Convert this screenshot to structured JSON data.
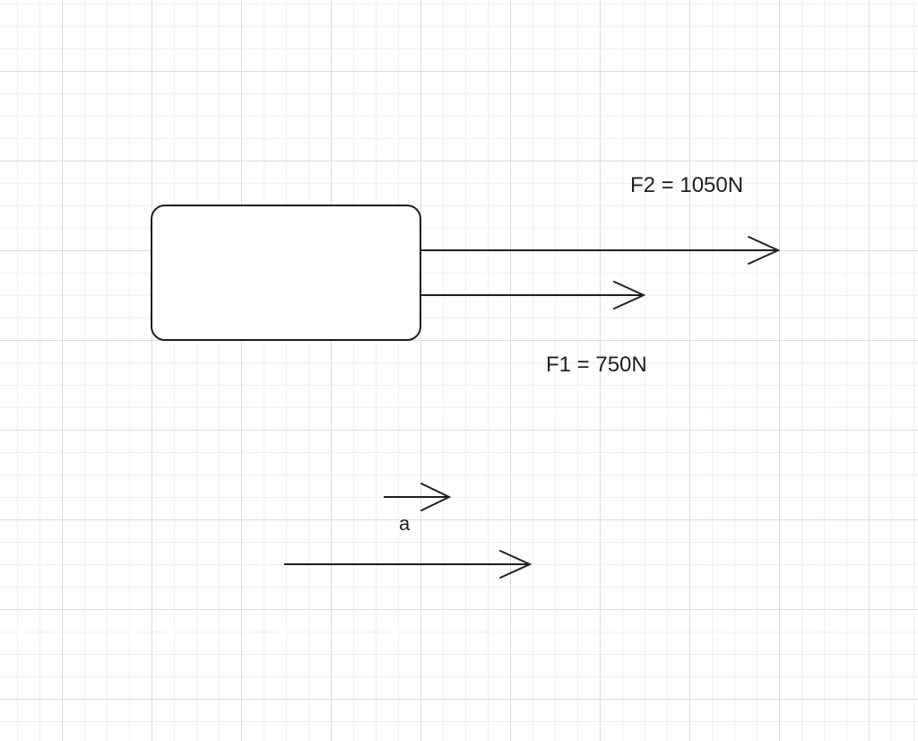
{
  "diagram": {
    "type": "free-body-diagram",
    "background": "grid",
    "colors": {
      "stroke": "#1f1f1f",
      "grid_major": "#dcdcdc",
      "grid_minor": "#f0f0f0",
      "background": "#ffffff"
    },
    "body": {
      "label": ""
    },
    "forces": [
      {
        "id": "F2",
        "label": "F2 = 1050N",
        "name": "F2",
        "magnitude_newtons": 1050,
        "direction": "right"
      },
      {
        "id": "F1",
        "label": "F1 = 750N",
        "name": "F1",
        "magnitude_newtons": 750,
        "direction": "right"
      }
    ],
    "acceleration": {
      "symbol": "a",
      "direction": "right"
    },
    "net_arrow": {
      "direction": "right"
    }
  }
}
